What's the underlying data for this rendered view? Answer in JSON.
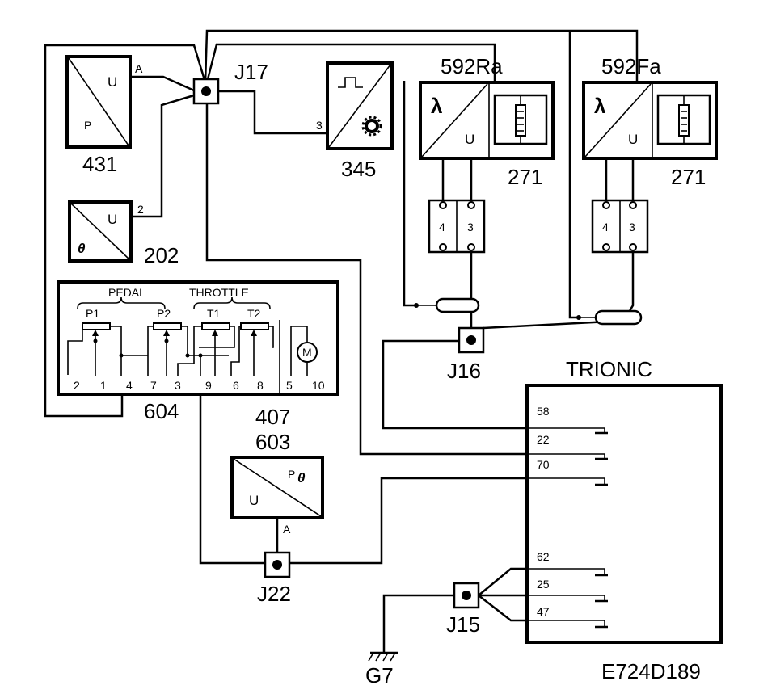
{
  "components": {
    "c431": {
      "id": "431",
      "u": "U",
      "p": "P",
      "pin": "A"
    },
    "c202": {
      "id": "202",
      "u": "U",
      "theta": "θ",
      "pin": "2"
    },
    "c345": {
      "id": "345",
      "pin": "3"
    },
    "c592ra": {
      "id": "592Ra",
      "lambda": "λ",
      "u": "U",
      "heater": "271",
      "pin4": "4",
      "pin3": "3"
    },
    "c592fa": {
      "id": "592Fa",
      "lambda": "λ",
      "u": "U",
      "heater": "271",
      "pin4": "4",
      "pin3": "3"
    },
    "c604": {
      "id": "604",
      "pedal": "PEDAL",
      "throttle": "THROTTLE",
      "p1": "P1",
      "p2": "P2",
      "t1": "T1",
      "t2": "T2",
      "motor": "M",
      "pins": [
        "2",
        "1",
        "4",
        "7",
        "3",
        "9",
        "6",
        "8",
        "5",
        "10"
      ]
    },
    "c407": {
      "id1": "407",
      "id2": "603",
      "u": "U",
      "p": "P",
      "theta": "θ",
      "pin": "A"
    },
    "trionic": {
      "title": "TRIONIC",
      "pins": [
        "58",
        "22",
        "70",
        "62",
        "25",
        "47"
      ]
    }
  },
  "junctions": {
    "j17": "J17",
    "j16": "J16",
    "j22": "J22",
    "j15": "J15"
  },
  "ground": "G7",
  "ref": "E724D189"
}
